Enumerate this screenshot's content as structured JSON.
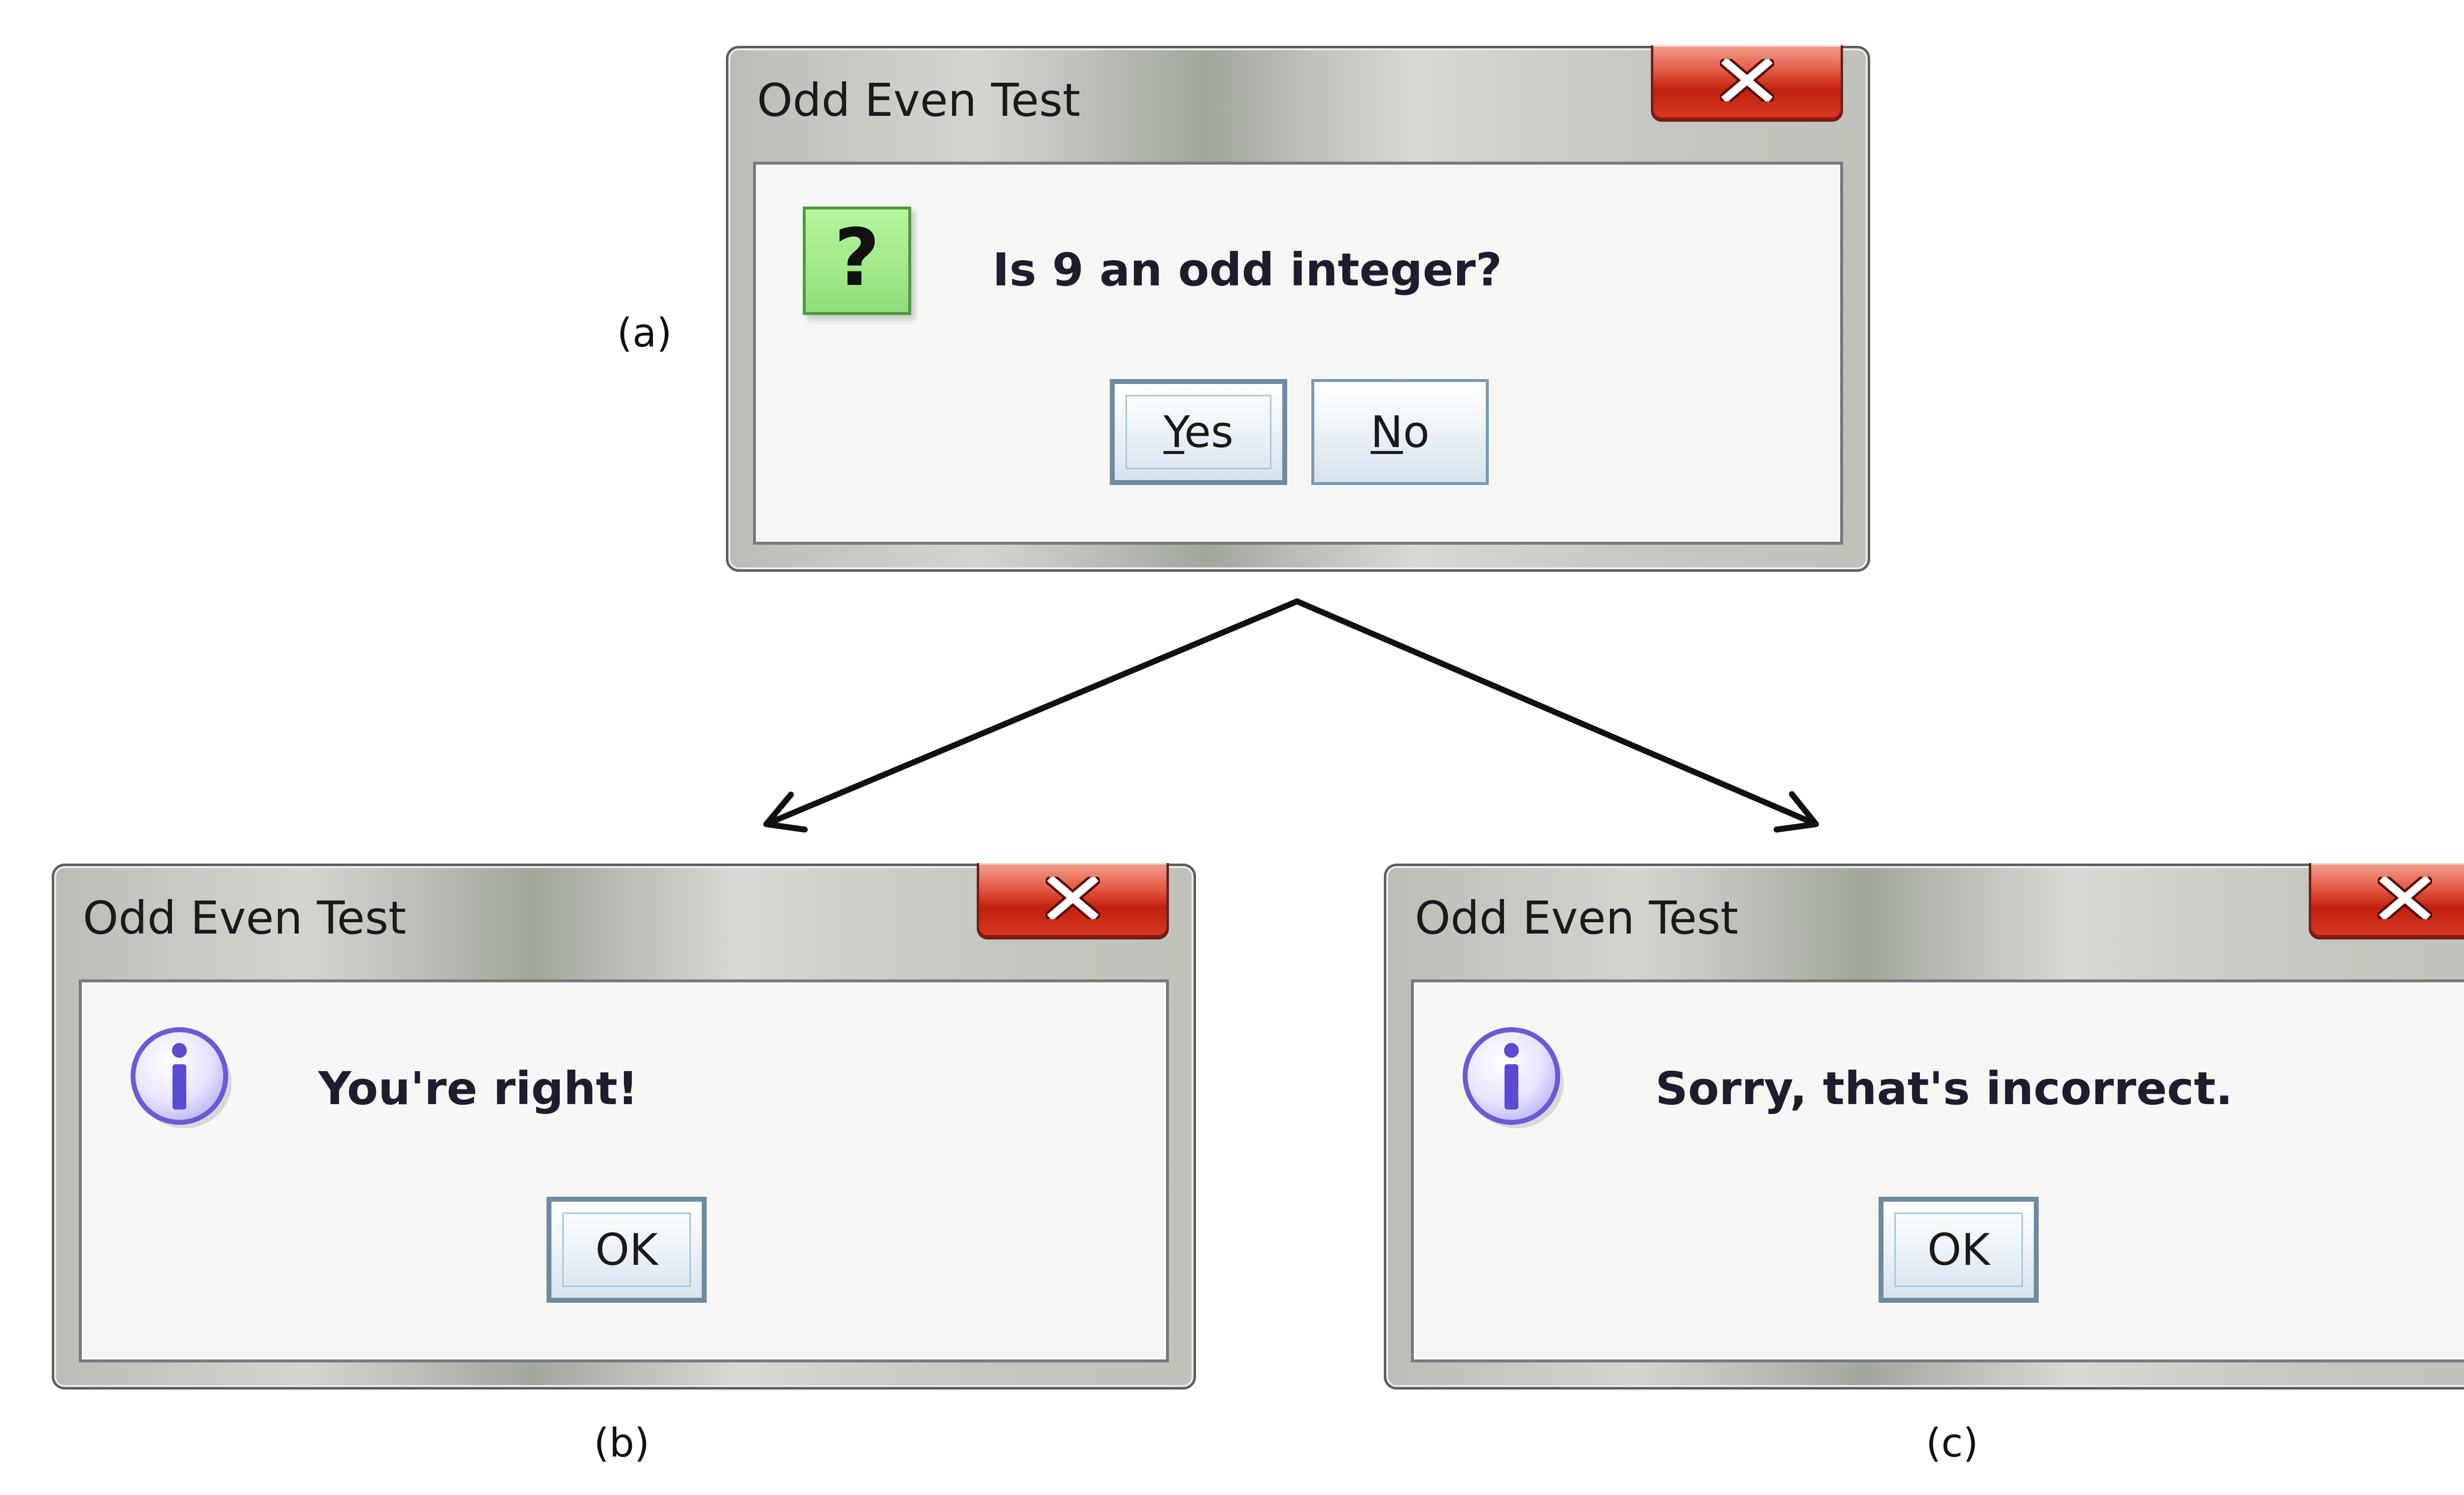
{
  "figure": {
    "caption_a": "(a)",
    "caption_b": "(b)",
    "caption_c": "(c)"
  },
  "dialog_a": {
    "title": "Odd Even Test",
    "icon": "question-icon",
    "message": "Is 9 an odd integer?",
    "yes_label": "Yes",
    "yes_mnemonic": "Y",
    "yes_rest": "es",
    "no_label": "No",
    "no_mnemonic": "N",
    "no_rest": "o"
  },
  "dialog_b": {
    "title": "Odd Even Test",
    "icon": "info-icon",
    "message": "You're right!",
    "ok_label": "OK"
  },
  "dialog_c": {
    "title": "Odd Even Test",
    "icon": "info-icon",
    "message": "Sorry, that's incorrect.",
    "ok_label": "OK"
  },
  "colors": {
    "close_button": "#d63a23",
    "question_icon_fill": "#8fe07a",
    "info_icon_stroke": "#6a5ad8",
    "button_border": "#7a9ab3"
  }
}
